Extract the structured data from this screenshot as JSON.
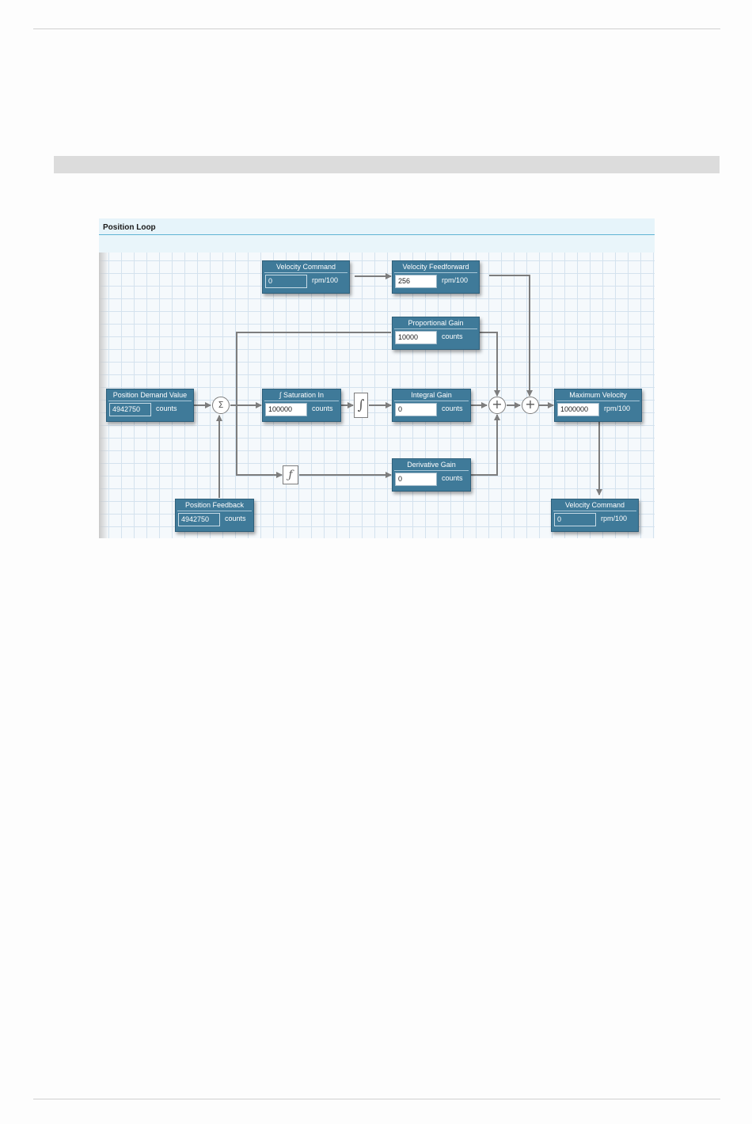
{
  "panel": {
    "title": "Position Loop"
  },
  "icons": {
    "sum_node": "Σ",
    "add_node": "+",
    "integrator": "∫",
    "differentiator": "ƒ"
  },
  "blocks": {
    "velocity_command_in": {
      "title": "Velocity Command",
      "value": "0",
      "unit": "rpm/100"
    },
    "velocity_feedforward": {
      "title": "Velocity Feedforward",
      "value": "256",
      "unit": "rpm/100"
    },
    "proportional_gain": {
      "title": "Proportional Gain",
      "value": "10000",
      "unit": "counts"
    },
    "position_demand": {
      "title": "Position Demand Value",
      "value": "4942750",
      "unit": "counts"
    },
    "saturation": {
      "title": "∫ Saturation In",
      "value": "100000",
      "unit": "counts"
    },
    "integral_gain": {
      "title": "Integral Gain",
      "value": "0",
      "unit": "counts"
    },
    "maximum_velocity": {
      "title": "Maximum Velocity",
      "value": "1000000",
      "unit": "rpm/100"
    },
    "derivative_gain": {
      "title": "Derivative Gain",
      "value": "0",
      "unit": "counts"
    },
    "position_feedback": {
      "title": "Position Feedback",
      "value": "4942750",
      "unit": "counts"
    },
    "velocity_command_out": {
      "title": "Velocity Command",
      "value": "0",
      "unit": "rpm/100"
    }
  },
  "colors": {
    "block_fill": "#3f7a99",
    "wire": "#7d7d7d",
    "header_fill": "#e6f4fa",
    "header_rule": "#5fb3d3",
    "grid_line": "#d4e2ee"
  }
}
